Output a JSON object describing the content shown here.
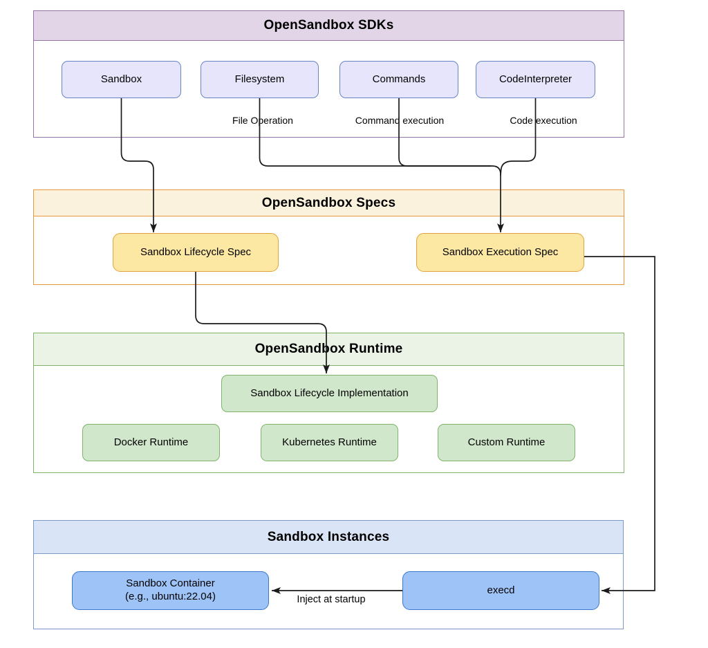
{
  "palette": {
    "sdk-frame": "#9673A6",
    "sdk-band": "#E1D5E7",
    "sdk-node-fill": "#E6E5FB",
    "sdk-node-border": "#6684C4",
    "spec-frame": "#E8973A",
    "spec-band": "#FBF2DE",
    "spec-node-fill": "#FCE7A3",
    "spec-node-border": "#E0A23C",
    "runtime-frame": "#7FB369",
    "runtime-band": "#EAF3E5",
    "runtime-node-fill": "#D1E7CC",
    "runtime-node-border": "#7FB369",
    "inst-frame": "#7C99C7",
    "inst-band": "#D9E5F6",
    "inst-node-fill": "#9EC3F7",
    "inst-node-border": "#3A76CC",
    "edge": "#1a1a1a"
  },
  "sections": {
    "sdks": {
      "title": "OpenSandbox SDKs",
      "boxes": [
        {
          "label": "Sandbox"
        },
        {
          "label": "Filesystem"
        },
        {
          "label": "Commands"
        },
        {
          "label": "CodeInterpreter"
        }
      ],
      "annotations": [
        {
          "label": "File Operation"
        },
        {
          "label": "Command execution"
        },
        {
          "label": "Code execution"
        }
      ]
    },
    "specs": {
      "title": "OpenSandbox Specs",
      "boxes": [
        {
          "label": "Sandbox Lifecycle Spec"
        },
        {
          "label": "Sandbox Execution Spec"
        }
      ]
    },
    "runtime": {
      "title": "OpenSandbox Runtime",
      "boxes": [
        {
          "label": "Sandbox Lifecycle Implementation"
        },
        {
          "label": "Docker Runtime"
        },
        {
          "label": "Kubernetes Runtime"
        },
        {
          "label": "Custom Runtime"
        }
      ]
    },
    "instances": {
      "title": "Sandbox Instances",
      "boxes": [
        {
          "label": "Sandbox Container",
          "sublabel": "(e.g., ubuntu:22.04)"
        },
        {
          "label": "execd"
        }
      ]
    }
  },
  "edges": {
    "inject_label": "Inject at startup"
  }
}
